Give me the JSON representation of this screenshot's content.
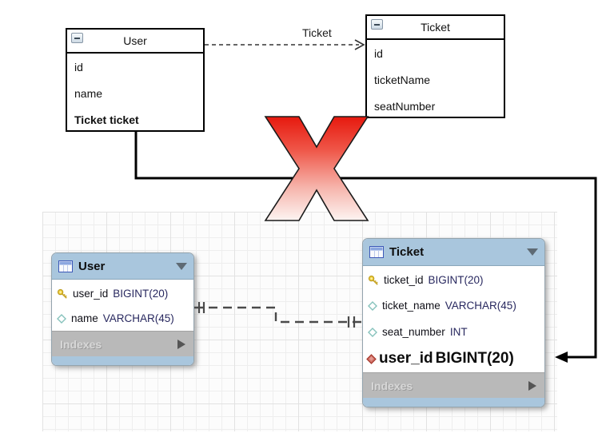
{
  "uml": {
    "user": {
      "title": "User",
      "fields": [
        "id",
        "name",
        "Ticket ticket"
      ]
    },
    "ticket": {
      "title": "Ticket",
      "fields": [
        "id",
        "ticketName",
        "seatNumber"
      ]
    },
    "association_label": "Ticket"
  },
  "erd": {
    "user": {
      "title": "User",
      "columns": [
        {
          "name": "user_id",
          "type": "BIGINT(20)",
          "icon": "primary-key-icon"
        },
        {
          "name": "name",
          "type": "VARCHAR(45)",
          "icon": "column-icon"
        }
      ],
      "indexes_label": "Indexes"
    },
    "ticket": {
      "title": "Ticket",
      "columns": [
        {
          "name": "ticket_id",
          "type": "BIGINT(20)",
          "icon": "primary-key-icon"
        },
        {
          "name": "ticket_name",
          "type": "VARCHAR(45)",
          "icon": "column-icon"
        },
        {
          "name": "seat_number",
          "type": "INT",
          "icon": "column-icon"
        },
        {
          "name": "user_id",
          "type": "BIGINT(20)",
          "icon": "fk-column-icon",
          "bold": true
        }
      ],
      "indexes_label": "Indexes"
    }
  },
  "colors": {
    "table_header_blue": "#a9c6dd",
    "indexes_bar_gray": "#b9b9b9",
    "x_mark_red": "#e6190e",
    "key_icon_yellow": "#f2d23d",
    "column_diamond_teal": "#86c2bc",
    "fk_diamond_red": "#d4766c",
    "connector_black": "#000000",
    "relationship_gray": "#4a4a4a"
  }
}
